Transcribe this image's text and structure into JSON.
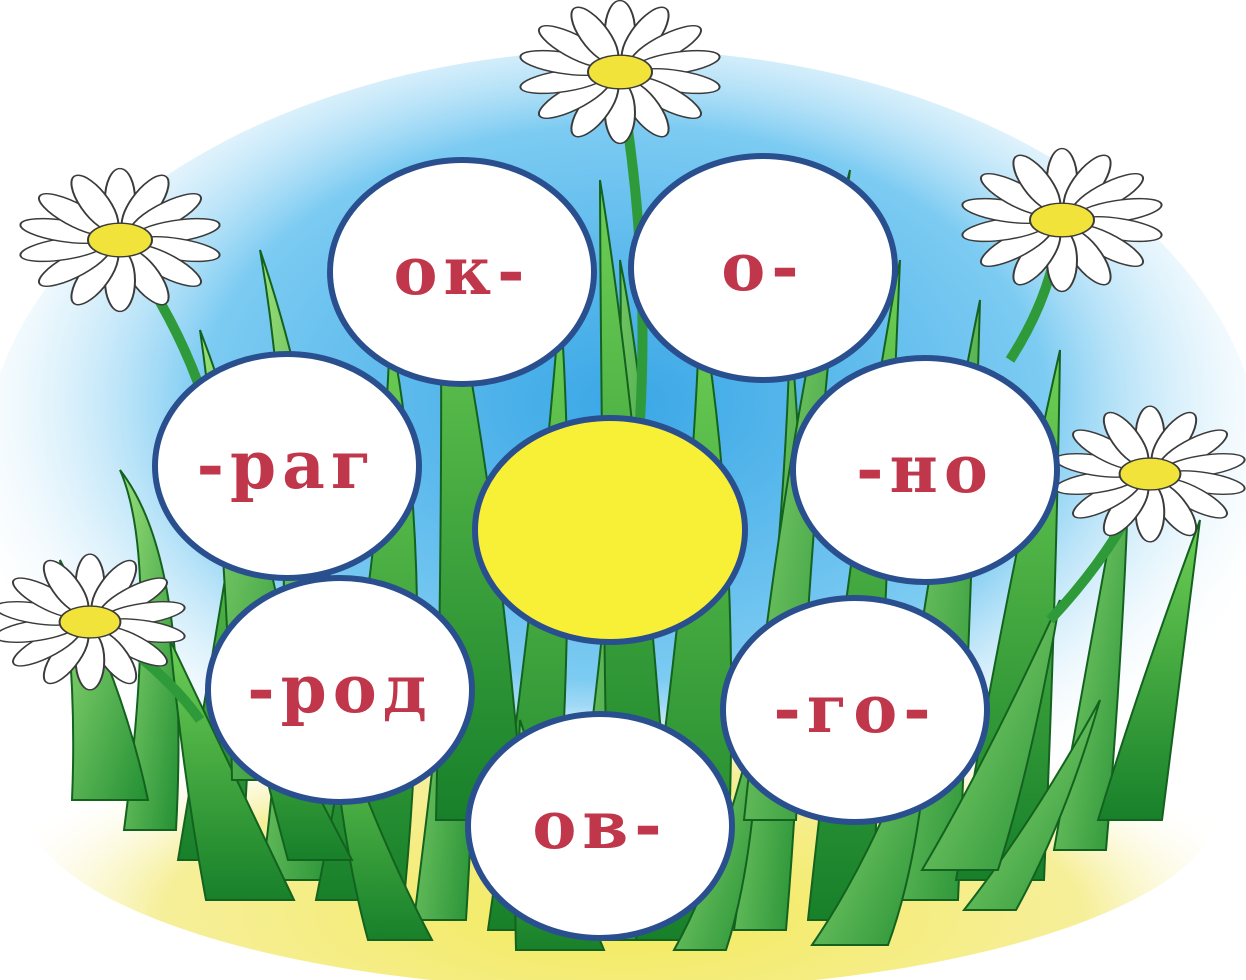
{
  "petals": [
    {
      "id": "petal-ok",
      "label": "ок-"
    },
    {
      "id": "petal-o",
      "label": "о-"
    },
    {
      "id": "petal-rag",
      "label": "-раг"
    },
    {
      "id": "petal-no",
      "label": "-но"
    },
    {
      "id": "petal-rod",
      "label": "-род"
    },
    {
      "id": "petal-go",
      "label": "-го-"
    },
    {
      "id": "petal-ov",
      "label": "ов-"
    }
  ],
  "colors": {
    "sky_blue": "#4fb6ec",
    "ground_yellow": "#f4e96a",
    "grass_dark": "#1f8a2c",
    "grass_light": "#5cc04a",
    "petal_fill": "#ffffff",
    "petal_outline": "#2a4f8f",
    "center_fill": "#f8f036",
    "label_color": "#c0364a",
    "daisy_center": "#f2e33a"
  }
}
